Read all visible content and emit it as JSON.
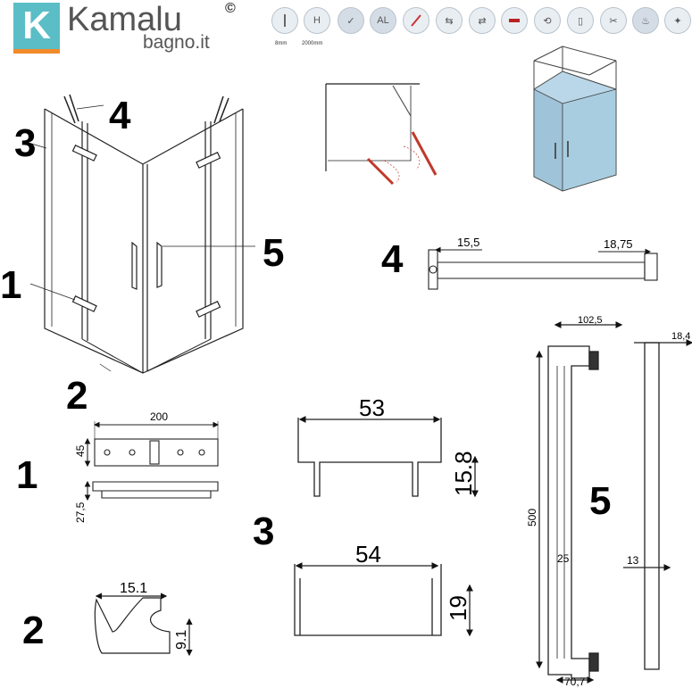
{
  "brand": {
    "initial": "K",
    "name": "Kamalu",
    "site": "bagno.it",
    "copyright": "©",
    "colors": {
      "teal": "#5bbdc6",
      "orange": "#f28a2a"
    }
  },
  "feature_icons": [
    {
      "name": "glass-thickness-icon",
      "caption": "8mm"
    },
    {
      "name": "height-icon",
      "caption": "2000mm"
    },
    {
      "name": "easy-clean-icon",
      "caption": ""
    },
    {
      "name": "aluminium-icon",
      "caption": ""
    },
    {
      "name": "reversible-icon",
      "caption": ""
    },
    {
      "name": "adjustable-icon",
      "caption": ""
    },
    {
      "name": "door-opening-icon",
      "caption": ""
    },
    {
      "name": "magnetic-closure-icon",
      "caption": ""
    },
    {
      "name": "hinge-icon",
      "caption": ""
    },
    {
      "name": "wall-profile-icon",
      "caption": ""
    },
    {
      "name": "tools-icon",
      "caption": ""
    },
    {
      "name": "water-drop-icon",
      "caption": ""
    },
    {
      "name": "anticalcare-icon",
      "caption": ""
    }
  ],
  "icon_glyphs": {
    "h": "H",
    "al": "AL"
  },
  "callouts": {
    "main_1": "1",
    "main_2": "2",
    "main_3": "3",
    "main_4": "4",
    "main_5": "5",
    "part_4": "4",
    "part_1": "1",
    "part_2": "2",
    "part_3": "3",
    "part_5": "5"
  },
  "dimensions": {
    "bar_left": "15,5",
    "bar_right": "18,75",
    "hinge_width": "200",
    "hinge_height": "45",
    "hinge_depth": "27,5",
    "profile3_top_width": "53",
    "profile3_top_height": "15.8",
    "profile3_bottom_width": "54",
    "profile3_bottom_height": "19",
    "profile2_width": "15.1",
    "profile2_height": "9.1",
    "handle_depth": "102,5",
    "handle_side_width": "18,4",
    "handle_length": "500",
    "handle_bar": "25",
    "handle_side_bar": "13",
    "handle_base": "70,7"
  }
}
